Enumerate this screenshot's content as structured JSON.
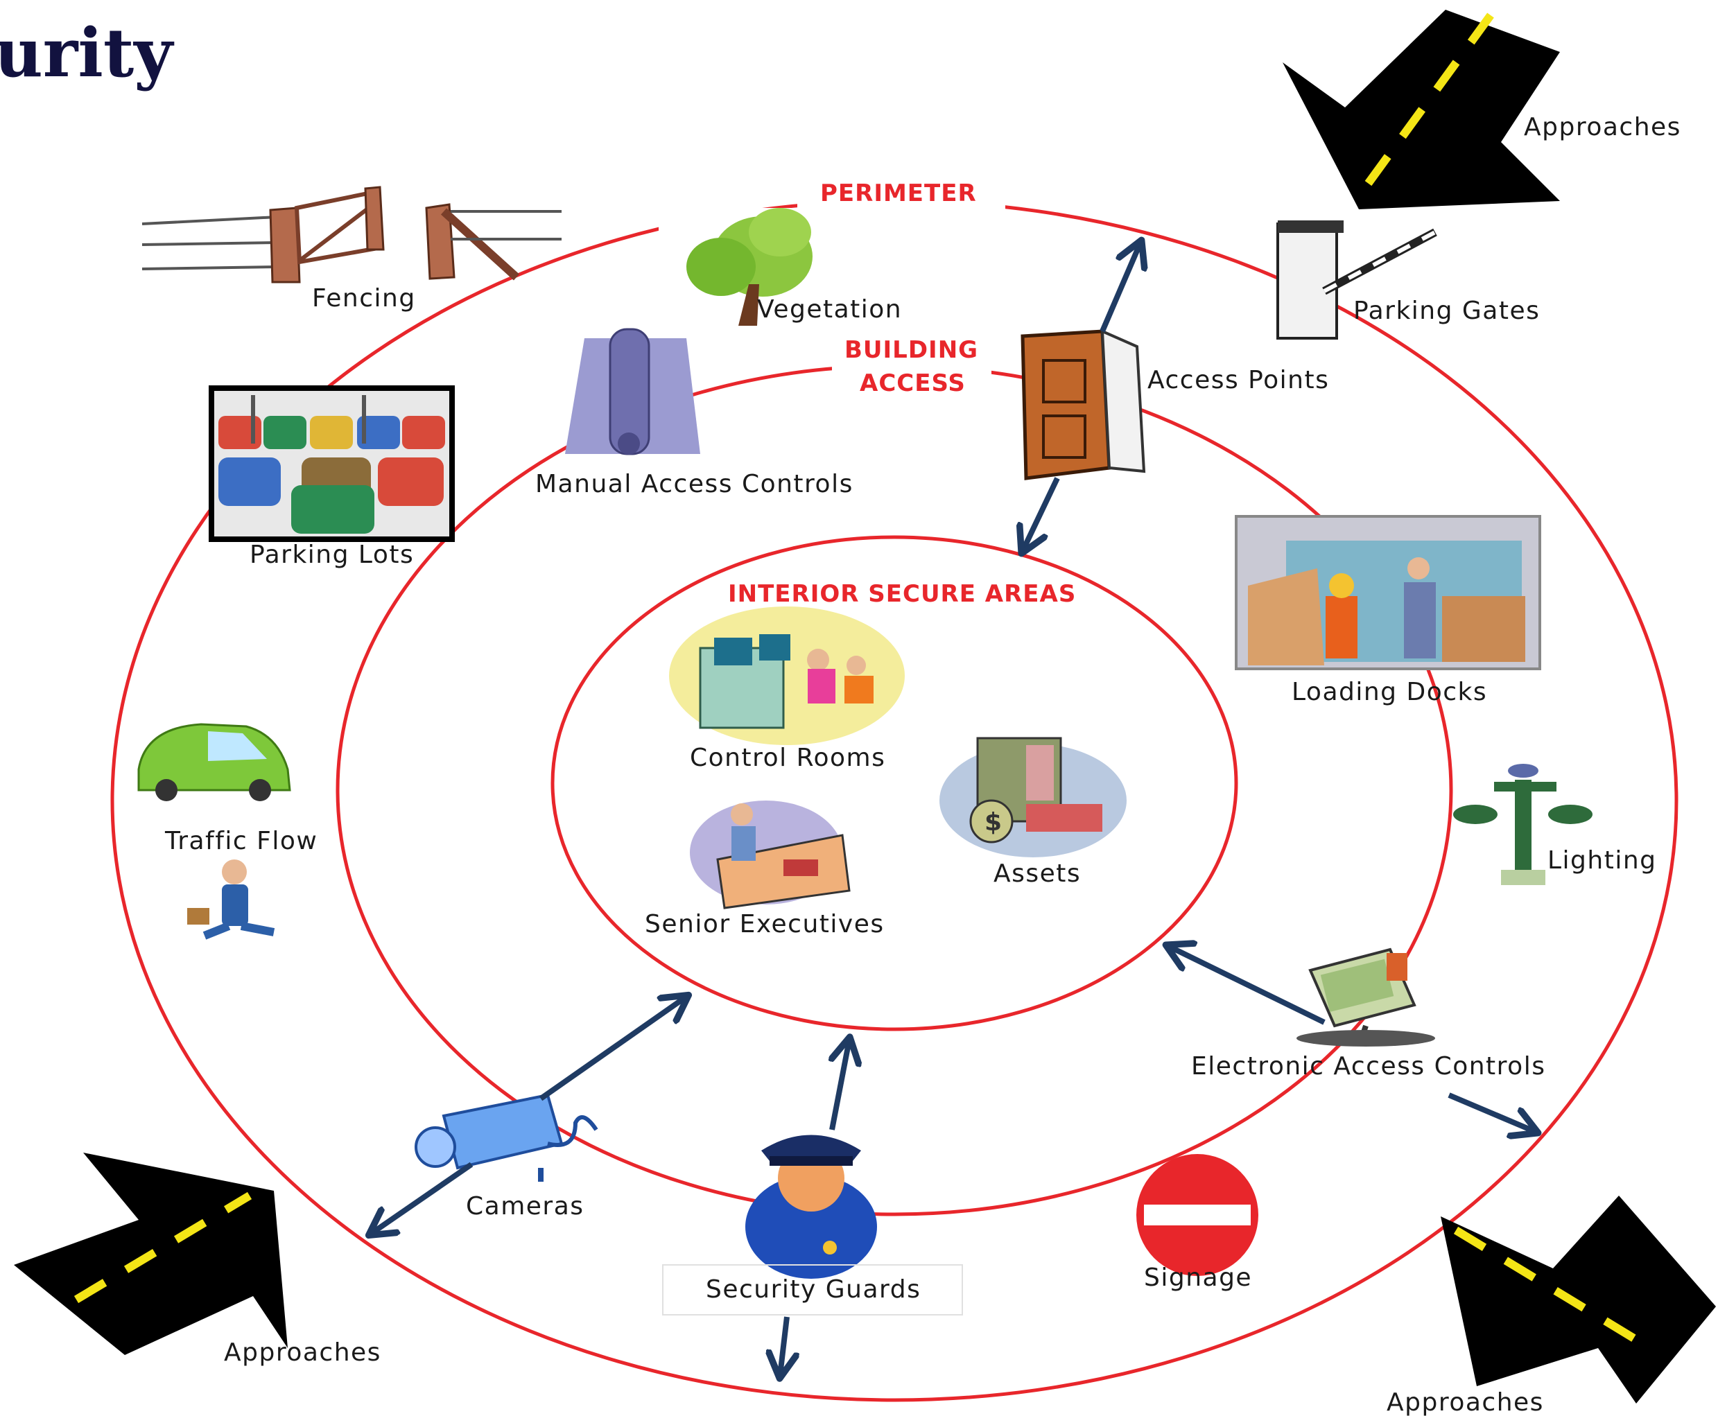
{
  "heading": "urity",
  "rings": {
    "perimeter": "PERIMETER",
    "building_access_line1": "BUILDING",
    "building_access_line2": "ACCESS",
    "interior": "INTERIOR SECURE AREAS"
  },
  "labels": {
    "fencing": "Fencing",
    "vegetation": "Vegetation",
    "parking_gates": "Parking Gates",
    "approaches_top": "Approaches",
    "access_points": "Access Points",
    "manual_access_controls": "Manual Access Controls",
    "parking_lots": "Parking Lots",
    "loading_docks": "Loading Docks",
    "control_rooms": "Control Rooms",
    "traffic_flow": "Traffic Flow",
    "assets": "Assets",
    "lighting": "Lighting",
    "senior_executives": "Senior Executives",
    "electronic_access_controls": "Electronic Access Controls",
    "cameras": "Cameras",
    "signage": "Signage",
    "security_guards": "Security Guards",
    "approaches_left": "Approaches",
    "approaches_right": "Approaches"
  },
  "colors": {
    "ring": "#e8262b",
    "arrow": "#1f3b63",
    "heading": "#12123f",
    "road": "#000000",
    "road_dash": "#f4e516"
  },
  "icons": {
    "fencing": "fence-icon",
    "vegetation": "tree-icon",
    "parking_gates": "gate-booth-icon",
    "access_points": "door-icon",
    "manual_access_controls": "door-handle-icon",
    "parking_lots": "parking-lot-icon",
    "loading_docks": "loading-dock-icon",
    "control_rooms": "control-room-icon",
    "traffic_flow": "car-icon",
    "pedestrian": "walking-man-icon",
    "assets": "safe-icon",
    "lighting": "lamp-post-icon",
    "senior_executives": "executive-desk-icon",
    "electronic_access_controls": "keypad-icon",
    "cameras": "camera-icon",
    "signage": "no-entry-sign-icon",
    "security_guards": "guard-icon",
    "approaches": "road-arrow-icon"
  }
}
